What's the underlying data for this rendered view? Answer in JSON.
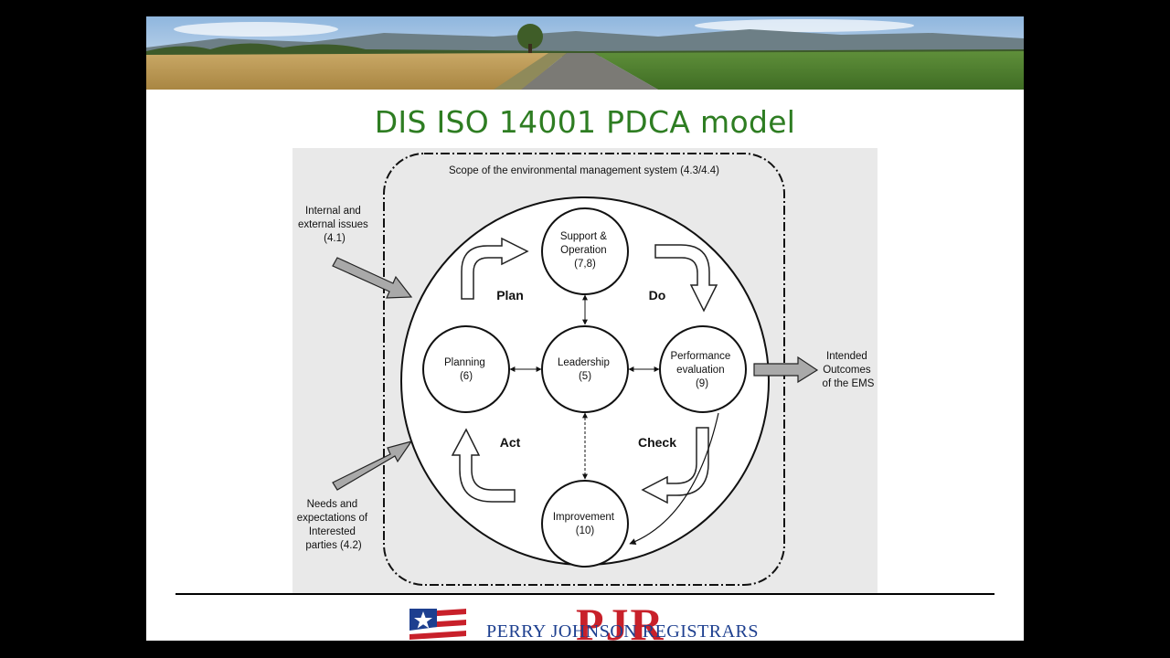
{
  "slide": {
    "title": "DIS ISO 14001 PDCA model",
    "banner_image": "farm-landscape-banner"
  },
  "diagram": {
    "scope_label": "Scope of the environmental management system (4.3/4.4)",
    "inputs": {
      "issues": [
        "Internal and",
        "external issues",
        "(4.1)"
      ],
      "needs": [
        "Needs and",
        "expectations of",
        "Interested",
        "parties (4.2)"
      ]
    },
    "output": [
      "Intended",
      "Outcomes",
      "of the EMS"
    ],
    "nodes": {
      "support": [
        "Support &",
        "Operation",
        "(7,8)"
      ],
      "planning": [
        "Planning",
        "(6)"
      ],
      "leadership": [
        "Leadership",
        "(5)"
      ],
      "performance": [
        "Performance",
        "evaluation",
        "(9)"
      ],
      "improvement": [
        "Improvement",
        "(10)"
      ]
    },
    "phases": {
      "plan": "Plan",
      "do": "Do",
      "check": "Check",
      "act": "Act"
    }
  },
  "footer": {
    "company": "PERRY JOHNSON REGISTRARS",
    "mark": "PJR"
  },
  "colors": {
    "title_green": "#2e7d22",
    "brand_red": "#c8202a",
    "brand_blue": "#1d3f8f",
    "arrow_gray": "#a9a9a9"
  }
}
